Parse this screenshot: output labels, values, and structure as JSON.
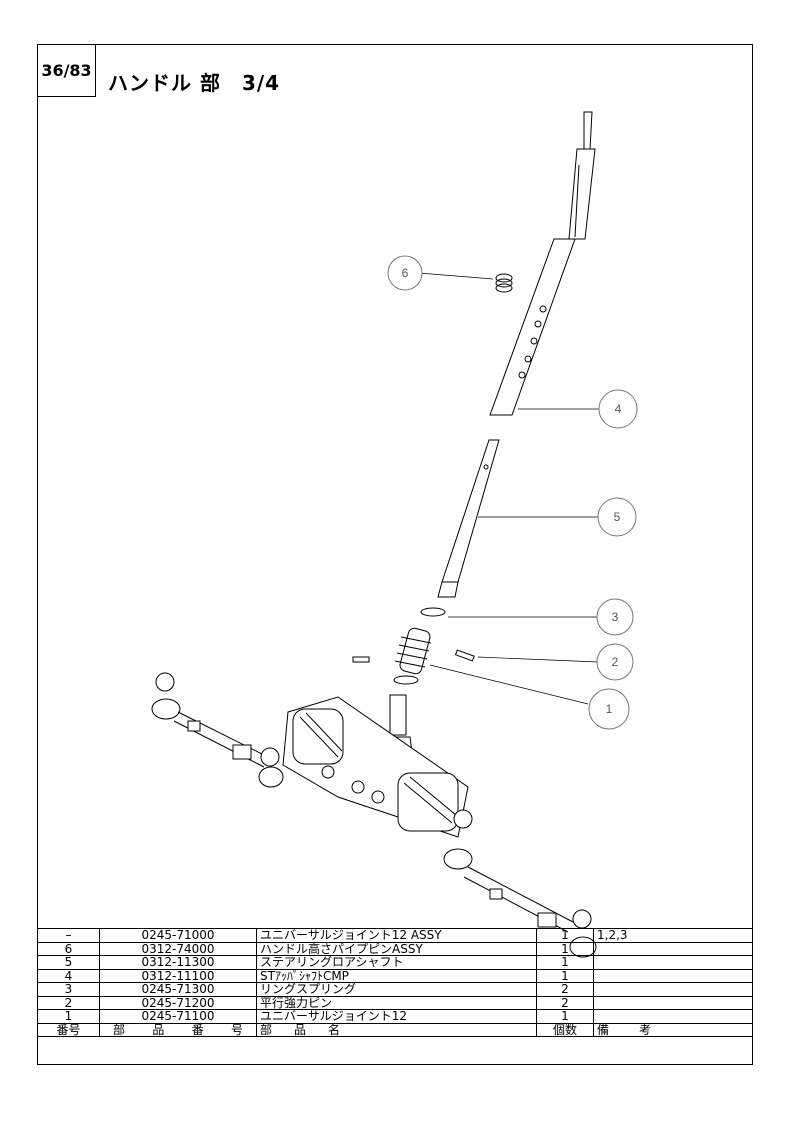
{
  "page": {
    "number": "36/83",
    "title": "ハンドル 部　3/4"
  },
  "callouts": [
    "6",
    "4",
    "5",
    "3",
    "2",
    "1"
  ],
  "table": {
    "rows": [
      {
        "num": "–",
        "code": "0245-71000",
        "name": "ユニバーサルジョイント12 ASSY",
        "qty": "1",
        "note": "1,2,3"
      },
      {
        "num": "6",
        "code": "0312-74000",
        "name": "ハンドル高さパイプピンASSY",
        "qty": "1",
        "note": ""
      },
      {
        "num": "5",
        "code": "0312-11300",
        "name": "ステアリングロアシャフト",
        "qty": "1",
        "note": ""
      },
      {
        "num": "4",
        "code": "0312-11100",
        "name": "STｱｯﾊﾟｼｬﾌﾄCMP",
        "qty": "1",
        "note": ""
      },
      {
        "num": "3",
        "code": "0245-71300",
        "name": "リングスプリング",
        "qty": "2",
        "note": ""
      },
      {
        "num": "2",
        "code": "0245-71200",
        "name": "平行強力ピン",
        "qty": "2",
        "note": ""
      },
      {
        "num": "1",
        "code": "0245-71100",
        "name": "ユニバーサルジョイント12",
        "qty": "1",
        "note": ""
      }
    ],
    "header": {
      "num": "番号",
      "code": [
        "部",
        "品",
        "番",
        "号"
      ],
      "name": [
        "部",
        "品",
        "名"
      ],
      "qty": "個数",
      "note": [
        "備",
        "考"
      ]
    }
  }
}
